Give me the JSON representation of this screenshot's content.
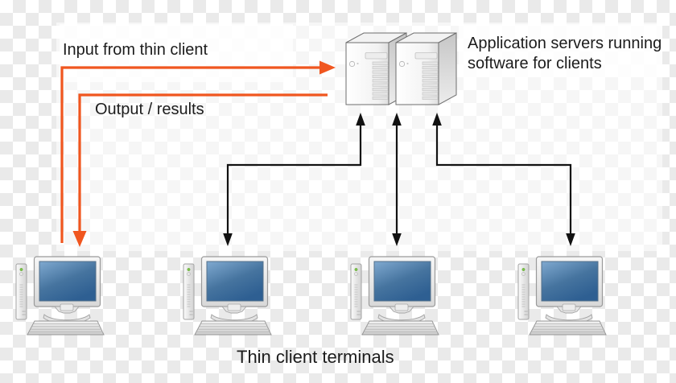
{
  "diagram": {
    "labels": {
      "input": "Input from thin client",
      "output": "Output / results",
      "servers": "Application servers running software for clients",
      "terminals": "Thin client terminals"
    },
    "colors": {
      "arrow_orange": "#F0561F",
      "arrow_black": "#121212",
      "monitor_screen_blue_top": "#7FA9D0",
      "monitor_screen_blue_bottom": "#2E5F92",
      "checker_gray": "#EAEAEA",
      "text": "#1C1C1C"
    },
    "nodes": {
      "servers": {
        "count": 2,
        "icon": "server-tower-icon"
      },
      "clients": {
        "count": 4,
        "icon": "thin-client-terminal-icon"
      }
    },
    "connections": [
      {
        "id": "input",
        "from": "thin-client-1",
        "to": "application-servers",
        "style": "orange",
        "arrowheads": "to",
        "label": "Input from thin client"
      },
      {
        "id": "output",
        "from": "application-servers",
        "to": "thin-client-1",
        "style": "orange",
        "arrowheads": "to",
        "label": "Output / results"
      },
      {
        "id": "client2-link",
        "from": "thin-client-2",
        "to": "application-servers",
        "style": "black",
        "arrowheads": "both"
      },
      {
        "id": "client3-link",
        "from": "thin-client-3",
        "to": "application-servers",
        "style": "black",
        "arrowheads": "both"
      },
      {
        "id": "client4-link",
        "from": "thin-client-4",
        "to": "application-servers",
        "style": "black",
        "arrowheads": "both"
      }
    ]
  }
}
